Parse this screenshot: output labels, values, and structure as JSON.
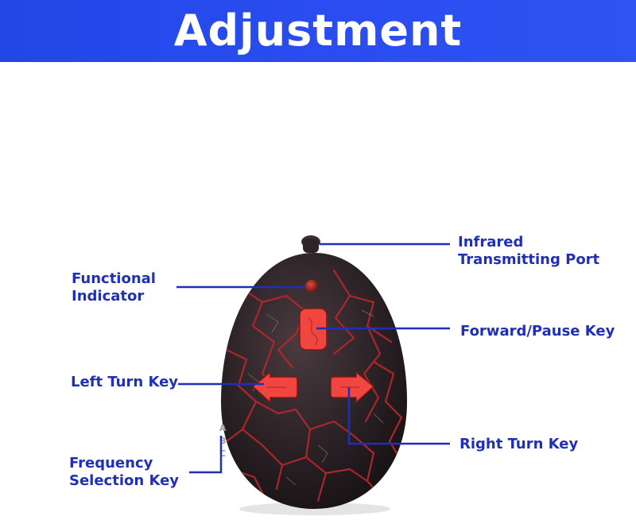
{
  "header": {
    "title": "Adjustment"
  },
  "labels": {
    "infrared_line1": "Infrared",
    "infrared_line2": "Transmitting Port",
    "functional_line1": "Functional",
    "functional_line2": "Indicator",
    "forward": "Forward/Pause Key",
    "left": "Left Turn Key",
    "right": "Right Turn Key",
    "frequency_line1": "Frequency",
    "frequency_line2": "Selection Key"
  },
  "device_markings": {
    "frequency_letters": [
      "A",
      "B",
      "C"
    ]
  },
  "colors": {
    "header": "#2a4cf0",
    "label_text": "#1f2fb8",
    "egg_body": "#2a2125",
    "cracks": "#b3272c",
    "keys": "#f0463f"
  }
}
